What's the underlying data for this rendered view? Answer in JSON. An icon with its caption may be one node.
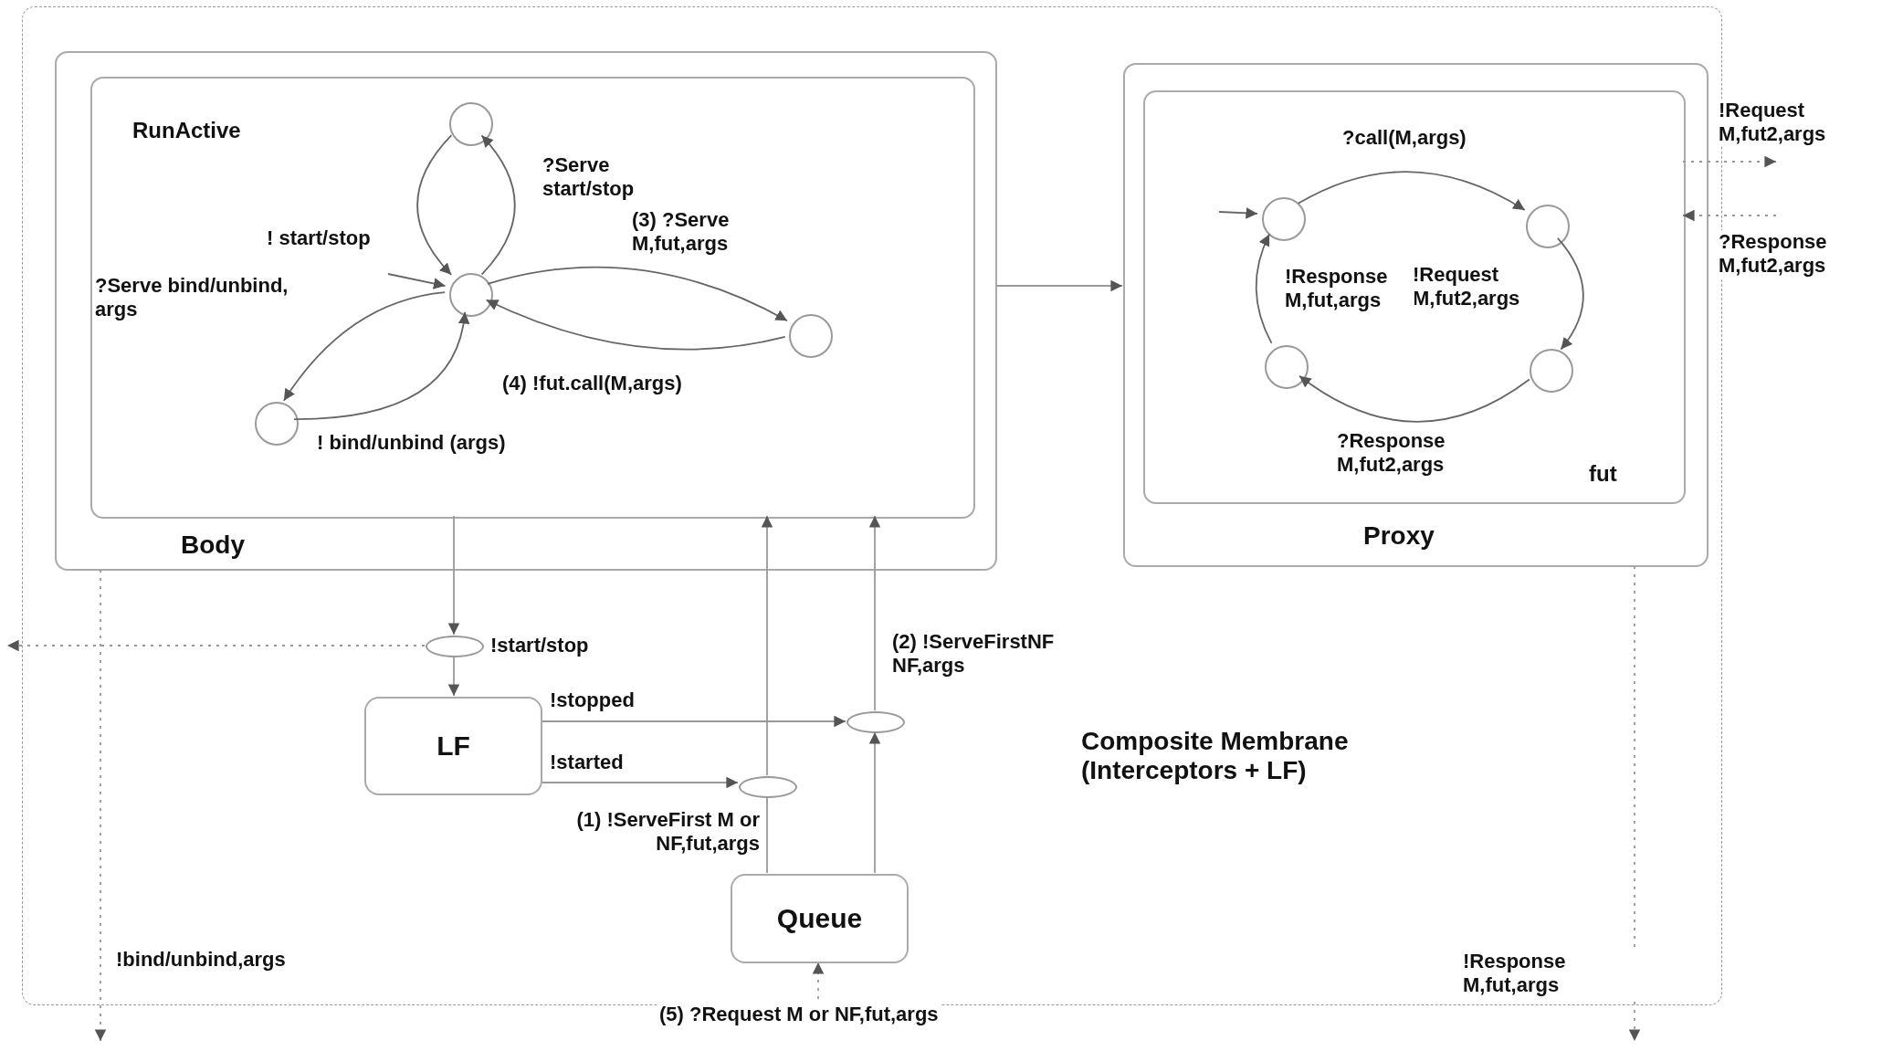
{
  "diagram": {
    "nodes": [
      {
        "text": [
          "Composite Membrane (Interceptors + LF)"
        ]
      },
      {
        "text": [
          "Body"
        ],
        "in": 0
      },
      {
        "text": [
          "RunActive"
        ],
        "in": 1
      },
      {
        "text": [],
        "shape": "circle",
        "in": 2
      },
      {
        "text": [],
        "shape": "circle",
        "in": 2
      },
      {
        "text": [],
        "shape": "circle",
        "in": 2
      },
      {
        "text": [],
        "shape": "circle",
        "in": 2
      },
      {
        "text": [
          "Proxy"
        ],
        "in": 0
      },
      {
        "text": [
          "fut"
        ],
        "in": 7
      },
      {
        "text": [],
        "shape": "circle",
        "in": 8
      },
      {
        "text": [],
        "shape": "circle",
        "in": 8
      },
      {
        "text": [],
        "shape": "circle",
        "in": 8
      },
      {
        "text": [],
        "shape": "circle",
        "in": 8
      },
      {
        "text": [],
        "shape": "ellipse",
        "in": 0,
        "beside": [
          "!start/stop"
        ]
      },
      {
        "text": [
          "LF"
        ],
        "in": 0
      },
      {
        "text": [],
        "shape": "ellipse",
        "in": 0,
        "beside": [
          "(2) !ServeFirstNF NF,args"
        ]
      },
      {
        "text": [],
        "shape": "ellipse",
        "in": 0,
        "beside": [
          "(1) !ServeFirst M or NF,fut,args"
        ]
      },
      {
        "text": [
          "Queue"
        ],
        "in": 0
      }
    ],
    "edges": [
      {
        "from": 3,
        "to": 4,
        "arrow": "to",
        "label": "! start/stop"
      },
      {
        "from": 4,
        "to": 3,
        "arrow": "to",
        "label": "?Serve start/stop"
      },
      {
        "from": null,
        "to": 4,
        "arrow": "to"
      },
      {
        "from": 4,
        "to": 5,
        "arrow": "to",
        "label": "(3) ?Serve M,fut,args"
      },
      {
        "from": 5,
        "to": 4,
        "arrow": "to",
        "label": "(4) !fut.call(M,args)"
      },
      {
        "from": 4,
        "to": 6,
        "arrow": "to",
        "label": "?Serve bind/unbind, args"
      },
      {
        "from": 6,
        "to": 4,
        "arrow": "to",
        "label": "! bind/unbind (args)"
      },
      {
        "from": null,
        "to": 9,
        "arrow": "to"
      },
      {
        "from": 9,
        "to": 10,
        "arrow": "to",
        "label": "?call(M,args)"
      },
      {
        "from": 10,
        "to": 11,
        "arrow": "to",
        "label": "!Request M,fut2,args"
      },
      {
        "from": 11,
        "to": 12,
        "arrow": "to",
        "label": "?Response M,fut2,args"
      },
      {
        "from": 12,
        "to": 9,
        "arrow": "to",
        "label": "!Response M,fut,args"
      },
      {
        "from": 1,
        "to": 7,
        "arrow": "to"
      },
      {
        "from": 2,
        "to": 13,
        "arrow": "to"
      },
      {
        "from": 13,
        "to": 14,
        "arrow": "to"
      },
      {
        "from": 13,
        "to": null,
        "arrow": "to",
        "style": "dashed"
      },
      {
        "from": 14,
        "to": 15,
        "arrow": "to",
        "label": "!stopped"
      },
      {
        "from": 14,
        "to": 16,
        "arrow": "to",
        "label": "!started"
      },
      {
        "from": 17,
        "to": 16,
        "arrow": "none"
      },
      {
        "from": 16,
        "to": 2,
        "arrow": "to"
      },
      {
        "from": 17,
        "to": 15,
        "arrow": "to"
      },
      {
        "from": 15,
        "to": 2,
        "arrow": "to"
      },
      {
        "from": null,
        "to": 17,
        "arrow": "to",
        "style": "dashed",
        "label": "(5) ?Request M or NF,fut,args"
      },
      {
        "from": 1,
        "to": null,
        "arrow": "to",
        "style": "dashed",
        "label": "!bind/unbind,args"
      },
      {
        "from": 7,
        "to": null,
        "arrow": "to",
        "style": "dashed",
        "label": "!Response M,fut,args"
      },
      {
        "from": 8,
        "to": null,
        "arrow": "to",
        "style": "dashed",
        "label": "!Request M,fut2,args"
      },
      {
        "from": null,
        "to": 8,
        "arrow": "to",
        "style": "dashed",
        "label": "?Response M,fut2,args"
      }
    ]
  }
}
